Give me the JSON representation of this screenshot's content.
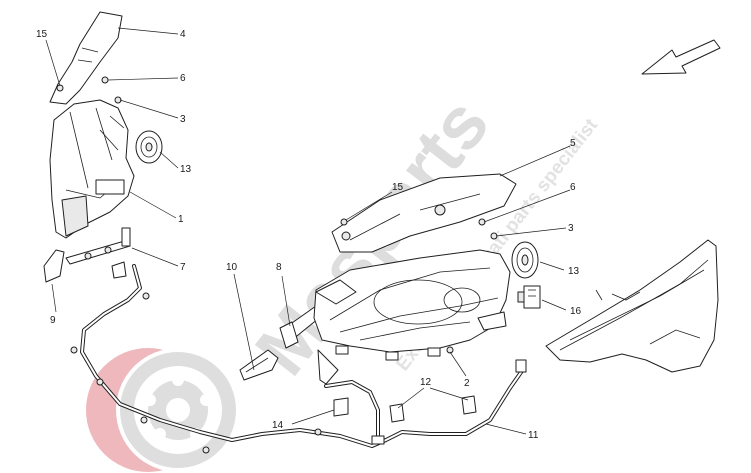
{
  "diagram": {
    "watermark": {
      "brand": "Masparts",
      "tagline": "Exclusive Maserati parts specialist"
    },
    "callouts": [
      {
        "id": "c15a",
        "label": "15"
      },
      {
        "id": "c4",
        "label": "4"
      },
      {
        "id": "c6a",
        "label": "6"
      },
      {
        "id": "c3a",
        "label": "3"
      },
      {
        "id": "c13a",
        "label": "13"
      },
      {
        "id": "c1",
        "label": "1"
      },
      {
        "id": "c7",
        "label": "7"
      },
      {
        "id": "c9",
        "label": "9"
      },
      {
        "id": "c10",
        "label": "10"
      },
      {
        "id": "c8",
        "label": "8"
      },
      {
        "id": "c5",
        "label": "5"
      },
      {
        "id": "c15b",
        "label": "15"
      },
      {
        "id": "c6b",
        "label": "6"
      },
      {
        "id": "c3b",
        "label": "3"
      },
      {
        "id": "c13b",
        "label": "13"
      },
      {
        "id": "c16",
        "label": "16"
      },
      {
        "id": "c2",
        "label": "2"
      },
      {
        "id": "c12",
        "label": "12"
      },
      {
        "id": "c14",
        "label": "14"
      },
      {
        "id": "c11",
        "label": "11"
      }
    ],
    "colors": {
      "line": "#1f1f1f",
      "watermark_text": "#d2d2d2",
      "watermark_logo_red": "#e8a0a5",
      "watermark_logo_grey": "#cfcfcf"
    }
  }
}
